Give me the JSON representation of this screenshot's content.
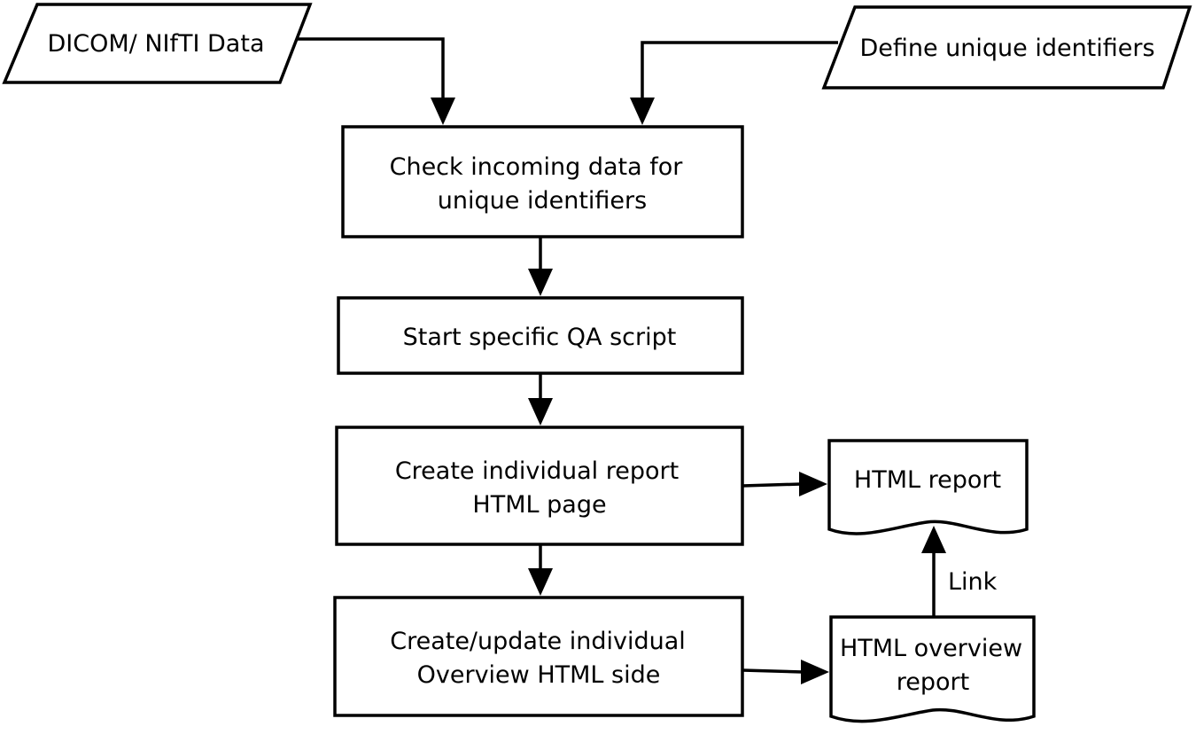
{
  "inputs": {
    "data_source": "DICOM/ NIfTI Data",
    "identifiers": "Define unique identifiers"
  },
  "process": {
    "check": [
      "Check incoming data for",
      "unique identifiers"
    ],
    "start_qa": "Start specific QA script",
    "create_report": [
      "Create individual report",
      "HTML page"
    ],
    "create_overview": [
      "Create/update individual",
      "Overview HTML side"
    ]
  },
  "outputs": {
    "html_report": "HTML report",
    "html_overview": [
      "HTML overview",
      "report"
    ]
  },
  "edges": {
    "link_label": "Link"
  }
}
